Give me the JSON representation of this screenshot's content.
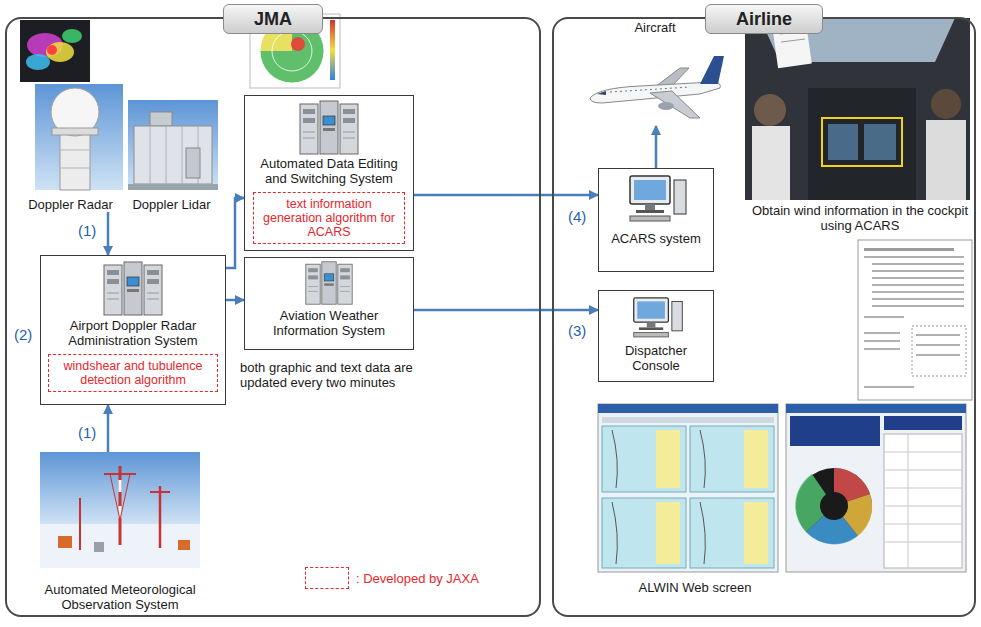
{
  "diagram": {
    "nodes": [
      {
        "text": [
          "JMA"
        ]
      },
      {
        "text": [
          "Doppler Radar",
          "Doppler Lidar"
        ],
        "in": 0
      },
      {
        "text": [
          "Airport Doppler Radar Administration System"
        ],
        "in": 0
      },
      {
        "text": [
          "windshear and tubulence detection algorithm"
        ],
        "in": 2
      },
      {
        "text": [
          "Automated Data Editing and Switching System"
        ],
        "in": 0
      },
      {
        "text": [
          "text information generation algorithm for ACARS"
        ],
        "in": 4
      },
      {
        "text": [
          "Aviation Weather Information System"
        ],
        "in": 0
      },
      {
        "text": [
          "Automated Meteorological Observation System"
        ],
        "in": 0
      },
      {
        "text": [
          "Airline"
        ]
      },
      {
        "text": [
          "Aircraft"
        ],
        "in": 8
      },
      {
        "text": [
          "ACARS system"
        ],
        "in": 8
      },
      {
        "text": [
          "Dispatcher Console"
        ],
        "in": 8
      }
    ],
    "edges": [
      {
        "from": 1,
        "to": 2,
        "arrow": "to"
      },
      {
        "from": 7,
        "to": 2,
        "arrow": "to"
      },
      {
        "from": 2,
        "to": 4,
        "arrow": "to"
      },
      {
        "from": 2,
        "to": 6,
        "arrow": "to"
      },
      {
        "from": 4,
        "to": 10,
        "arrow": "to"
      },
      {
        "from": 6,
        "to": 11,
        "arrow": "to"
      },
      {
        "from": 10,
        "to": 9,
        "arrow": "to"
      }
    ],
    "labels": [
      "(1)",
      "(1)",
      "(2)",
      "(3)",
      "(4)",
      "both graphic and text data are updated every two minutes",
      "Obtain wind information in the cockpit using ACARS",
      "ALWIN Web screen"
    ],
    "legend": [
      {
        "text": ": Developed by JAXA"
      }
    ]
  }
}
